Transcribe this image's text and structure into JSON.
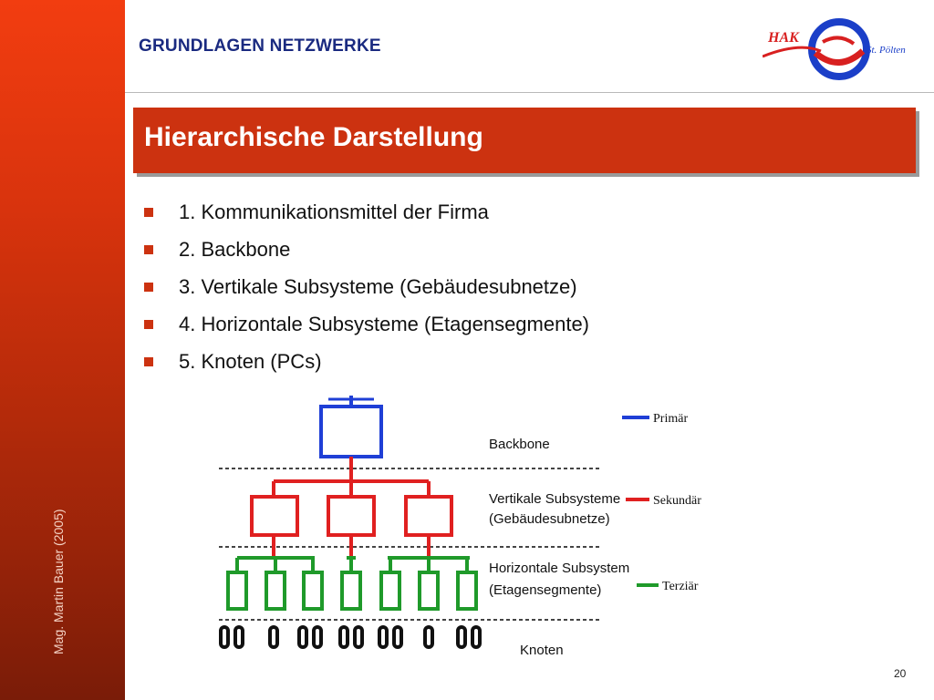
{
  "sidebar": {
    "author": "Mag. Martin Bauer (2005)"
  },
  "header": {
    "title": "GRUNDLAGEN NETZWERKE"
  },
  "logo": {
    "text_left": "HAK",
    "text_right": "St. Pölten"
  },
  "slide": {
    "title": "Hierarchische Darstellung",
    "bullets": [
      "1. Kommunikationsmittel der Firma",
      "2. Backbone",
      "3. Vertikale Subsysteme (Gebäudesubnetze)",
      "4. Horizontale Subsysteme (Etagensegmente)",
      "5. Knoten (PCs)"
    ]
  },
  "diagram": {
    "levels": {
      "backbone": "Backbone",
      "vertical_1": "Vertikale Subsysteme",
      "vertical_2": "(Gebäudesubnetze)",
      "horizontal_1": "Horizontale Subsystem",
      "horizontal_2": "(Etagensegmente)",
      "nodes": "Knoten"
    },
    "legend": [
      {
        "label": "Primär",
        "color": "#1f3fd6"
      },
      {
        "label": "Sekundär",
        "color": "#e02020"
      },
      {
        "label": "Terziär",
        "color": "#1f9a2a"
      }
    ]
  },
  "footer": {
    "page_number": "20"
  },
  "colors": {
    "accent": "#cc3210",
    "header_text": "#1a2a80"
  }
}
